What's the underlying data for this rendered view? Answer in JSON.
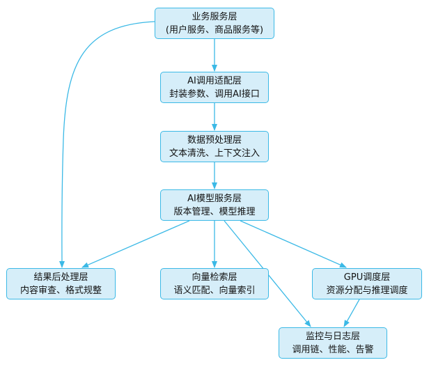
{
  "colors": {
    "node_fill": "#d6eef9",
    "node_border": "#3bb9e6",
    "edge": "#3bb9e6"
  },
  "nodes": {
    "business": {
      "title": "业务服务层",
      "subtitle": "(用户服务、商品服务等)"
    },
    "adapter": {
      "title": "AI调用适配层",
      "subtitle": "封装参数、调用AI接口"
    },
    "preproc": {
      "title": "数据预处理层",
      "subtitle": "文本清洗、上下文注入"
    },
    "model": {
      "title": "AI模型服务层",
      "subtitle": "版本管理、模型推理"
    },
    "post": {
      "title": "结果后处理层",
      "subtitle": "内容审查、格式规整"
    },
    "vector": {
      "title": "向量检索层",
      "subtitle": "语义匹配、向量索引"
    },
    "gpu": {
      "title": "GPU调度层",
      "subtitle": "资源分配与推理调度"
    },
    "monitor": {
      "title": "监控与日志层",
      "subtitle": "调用链、性能、告警"
    }
  },
  "edges": [
    {
      "from": "business",
      "to": "adapter"
    },
    {
      "from": "adapter",
      "to": "preproc"
    },
    {
      "from": "preproc",
      "to": "model"
    },
    {
      "from": "model",
      "to": "post"
    },
    {
      "from": "model",
      "to": "vector"
    },
    {
      "from": "model",
      "to": "gpu"
    },
    {
      "from": "model",
      "to": "monitor"
    },
    {
      "from": "gpu",
      "to": "monitor"
    },
    {
      "from": "business",
      "to": "post"
    }
  ]
}
